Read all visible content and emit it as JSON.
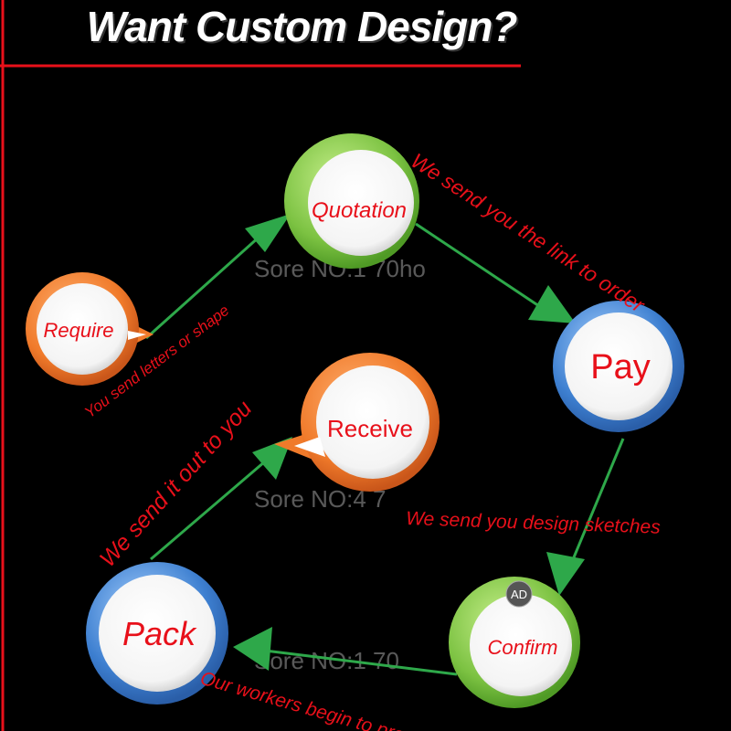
{
  "title": "Want Custom Design?",
  "colors": {
    "accent_red": "#e8101a",
    "arrow_green": "#2ea84a",
    "orange": "#f07a2a",
    "green": "#7cc242",
    "blue": "#3d7fd0"
  },
  "nodes": {
    "require": {
      "label": "Require",
      "style": "orange"
    },
    "quotation": {
      "label": "Quotation",
      "style": "green"
    },
    "pay": {
      "label": "Pay",
      "style": "blue"
    },
    "receive": {
      "label": "Receive",
      "style": "orange"
    },
    "confirm": {
      "label": "Confirm",
      "style": "green"
    },
    "pack": {
      "label": "Pack",
      "style": "blue"
    }
  },
  "steps": {
    "require_to_quotation": "You send letters or shape",
    "quotation_to_pay": "We send you the link to order",
    "pay_to_confirm": "We send you design sketches",
    "confirm_to_pack": "Our workers begin to produce",
    "pack_to_receive": "We send it out to you"
  },
  "watermark": {
    "text_1": "Sore NO:1    70ho",
    "text_2": "Sore NO:4  7",
    "text_3": "Sore NO:1   70",
    "badge": "AD"
  }
}
